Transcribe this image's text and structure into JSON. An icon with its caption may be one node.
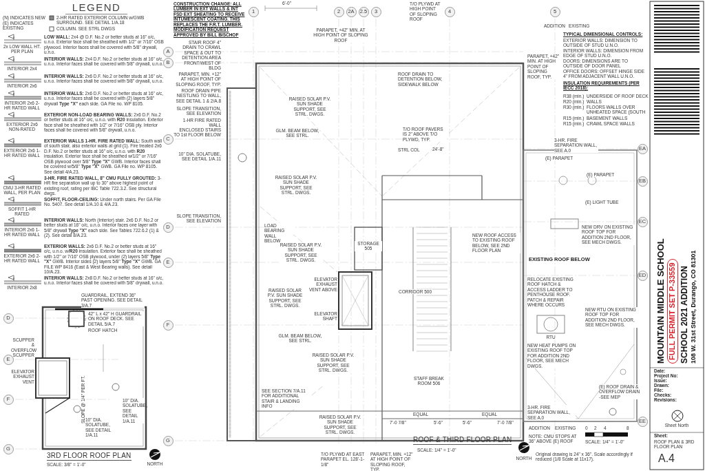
{
  "diagram": {
    "nodes": [
      {
        "text": [
          "1"
        ]
      },
      {
        "text": [
          "2"
        ]
      },
      {
        "text": [
          "2A"
        ]
      },
      {
        "text": [
          "2.5"
        ]
      },
      {
        "text": [
          "3"
        ]
      },
      {
        "text": [
          "4"
        ]
      },
      {
        "text": [
          "5"
        ]
      },
      {
        "text": [
          "A"
        ]
      },
      {
        "text": [
          "B"
        ]
      },
      {
        "text": [
          "C"
        ]
      },
      {
        "text": [
          "D"
        ]
      },
      {
        "text": [
          "E"
        ]
      },
      {
        "text": [
          "F"
        ]
      },
      {
        "text": [
          "G"
        ]
      },
      {
        "text": [
          "D"
        ]
      },
      {
        "text": [
          "E"
        ]
      },
      {
        "text": [
          "F"
        ]
      },
      {
        "text": [
          "G"
        ]
      },
      {
        "text": [
          "EA"
        ]
      },
      {
        "text": [
          "EB"
        ]
      },
      {
        "text": [
          "EC"
        ]
      },
      {
        "text": [
          "ED"
        ]
      },
      {
        "text": [
          "EE"
        ]
      }
    ],
    "labels": [
      "LEGEND",
      "(N) INDICATES NEW",
      "(E) INDICATES EXISTING",
      "CONSTRUCTION CHANGE: ALL LUMBER IN EXT WALLS & INT FSD EXT SHEATING TO RECEIVE INTUMESCENT COATING. THIS REPLACES THE F.R.T. LUMBER. MODIFICATION REQUEST APPROVED BY BILL BISCHOF",
      "2x LOW WALL HT. PER PLAN",
      "INTERIOR 2x4",
      "INTERIOR 2x6",
      "INTERIOR 2x6 2-HR RATED WALL",
      "EXTERIOR 2x6 NON-RATED",
      "EXTERIOR 2x6 1-HR RATED WALL",
      "CMU 3-HR RATED WALL, PER PLAN",
      "SOFFIT 1-HR RATED",
      "INTERIOR 2x6 1-HR RATED WALL",
      "EXTERIOR 2x6 2-HR RATED WALL",
      "INTERIOR 2x8",
      "GUARDRAIL, EXTEND 36\" PAST OPENING. SEE DETAIL 3/A.7",
      "42\" L x 42\" H GUARDRAIL ON ROOF DECK. SEE DETAIL 5/A.7",
      "ROOF HATCH",
      "SCUPPER & OVERFLOW SCUPPER",
      "ELEVATOR EXHAUST VENT",
      "SLOPE @ 1/4\" PER FT.",
      "3RD FLOOR ROOF PLAN",
      "SCALE: 3/8\" = 1'-0\"",
      "NORTH",
      "STAIR ROOF 4\" DRAIN TO CRAWL SPACE & OUT TO DETENTION AREA FRONT/WEST OF BLDG",
      "PARAPET, MIN. +12\" AT HIGH POINT OF SLOPING ROOF, TYP.",
      "ROOF DRAIN PIPE NESTLING TO WALL, SEE DETAIL 1 & 2/A.8",
      "SLOPE TRANSITION, SEE ELEVATION",
      "1-HR FIRE RATED WALL",
      "ENCLOSED STAIRS TO 1st FLOOR BELOW",
      "SLOPE TRANSITION, SEE ELEVATION",
      "LOAD BEARING WALL BELOW",
      "GLM. BEAM BELOW, SEE STRL.",
      "GLM. BEAM BELOW, SEE STRL.",
      "RAISED SOLAR P.V. SUN SHADE SUPPORT, SEE STRL. DWGS.",
      "RAISED SOLAR P.V. SUN SHADE SUPPORT, SEE STRL. DWGS.",
      "RAISED SOLAR P.V. SUN SHADE SUPPORT, SEE STRL. DWGS.",
      "RAISED SOLAR P.V. SUN SHADE SUPPORT, SEE STRL. DWGS.",
      "RAISED SOLAR P.V. SUN SHADE SUPPORT, SEE STRL. DWGS.",
      "RAISED SOLAR P.V. SUN SHADE SUPPORT, SEE STRL. DWGS.",
      "PARAPET, +42\" MIN. AT HIGH POINT OF SLOPING ROOF",
      "T/O PLYWD AT HIGH POINT OF SLOPING ROOF",
      "ROOF DRAIN TO DETENTION BELOW, SIDEWALK BELOW",
      "PARAPET, +42\" MIN. AT HIGH POINT OF SLOPING ROOF, TYP.",
      "T/O ROOF PAVERS IS 2\" ABOVE T/O PLYWD, TYP.",
      "3-HR. FIRE SEPARATION WALL, SEE A.0",
      "STRL COL",
      "24'-8\"",
      "ELEVATOR EXHAUST VENT ABOVE",
      "ELEVATOR SHAFT",
      "STORAGE 505",
      "CORRIDOR 500",
      "STAFF BREAK ROOM 506",
      "SEE SECTION 7/A.11 FOR ADDITIONAL STAIR & LANDING INFO",
      "T/O PLYWD AT EAST PARAPET EL. 128'-1-1/8\"",
      "PARAPET, MIN. +12\" AT HIGH POINT OF SLOPING ROOF, TYP.",
      "ROOF & THIRD FLOOR PLAN",
      "SCALE: 1/4\" = 1'-0\"",
      "NORTH",
      "ADDITION",
      "EXISTING",
      "NOTE: CMU STOPS AT 36\" ABOVE (E) ROOF",
      "0",
      "2",
      "4",
      "8",
      "SCALE: 1/4\" = 1'-0\"",
      "Original drawing is 24\" x 36\". Scale accordingly if reduced (1/8 Scale at 11x17).",
      "3-HR. FIRE SEPARATION WALL, SEE A.0",
      "EXISTING ROOF BELOW",
      "NEW ROOF ACCESS TO EXISTING ROOF BELOW, SEE 2ND FLOOR PLAN",
      "NEW DRV ON EXISTING ROOF TOP FOR ADDITION 2ND FLOOR, SEE MECH DWGS.",
      "RELOCATE EXISTING ROOF HATCH & ACCESS LADDER TO PENTHOUSE ROOF. PATCH & REPAIR WHERE OCCURS",
      "NEW RTU ON EXISTING ROOF TOP FOR ADDITION 2ND FLOOR, SEE MECH DWGS.",
      "NEW HEAT PUMPS ON EXISTING ROOF TOP FOR ADDITION 2ND FLOOR, SEE MECH DWGS.",
      "(E) PARAPET",
      "(E) PARAPET",
      "(E) LIGHT TUBE",
      "RTU",
      "6'-0\"",
      "ADDITION",
      "EXISTING",
      "EQUAL",
      "EQUAL",
      "7'-0 7/8\"",
      "5'-6\"",
      "5'-6\"",
      "7'-0 7/8\"",
      "MOUNTAIN MIDDLE SCHOOL",
      "FULL PERMIT SET P-33559",
      "SCHOOL 2021 ADDITION",
      "108 W. 31st Street, Durango, CO 81301",
      "Date:",
      "Project No:",
      "Issue:",
      "Drawn:",
      "File:",
      "Checks:",
      "Revisions:",
      "Sheet North",
      "Sheet:",
      "ROOF PLAN & 3RD FLOOR PLAN",
      "A.4",
      "TYPICAL DIMENSIONAL CONTROLS:",
      "EXTERIOR WALLS: DIMENSION TO OUTSIDE OF STUD U.N.O.",
      "INTERIOR WALLS: DIMENSION FROM EDGE OF STUD U.N.O.",
      "DOORS: DIMENSIONS ARE TO OUTSIDE OF DOOR PANEL",
      "OFFICE DOORS: OFFSET HINGE SIDE 4\" FROM ADJACENT WALL U.N.O.",
      "INSULATION REQUIREMENTS (PER IECC 2018):",
      "R38 (min.)",
      "UNDERSIDE OF ROOF DECK",
      "R20 (min.)",
      "WALLS",
      "R30 (min.)",
      "FLOORS WALLS OVER UNHEATED SPACE (SOUTH STAIR)",
      "R15 (min.)",
      "BASEMENT WALLS",
      "R15 (min.)",
      "CRAWL SPACE WALLS",
      "10\" DIA. SOLATUBE, SEE DETAIL 1/A.11",
      "10\" DIA. SOLATUBE, SEE DETAIL 1/A.11",
      "10\" DIA. SOLATUBE, SEE DETAIL 1/A.11",
      "(E) ROOF DRAIN & OVERFLOW DRAIN -SEE MEP"
    ],
    "legend": [
      {
        "text": "2-HR RATED EXTERIOR COLUMN w/GWB SURROUND. SEE DETAIL 1/A.18"
      },
      {
        "text": "COLUMN. SEE STRL DWGS"
      },
      {
        "text": "**LOW WALL:** 2x4 @ D.F. No.2 or better studs at 16\" o/c, u.n.o. Exterior face shall be sheathed with 1/2\" or 7/16\" OSB plywood. Interior faces shall be covered with 5/8\" drywall, u.n.o."
      },
      {
        "text": "**INTERIOR WALLS:** 2x4 D.F. No.2 or better studs at 16\" o/c, u.n.o. Interior faces shall be covered with 5/8\" drywall, u.n.o."
      },
      {
        "text": "**INTERIOR WALLS:** 2x6 D.F. No.2 or better studs at 16\" o/c, u.n.o. Interior faces shall be covered with 5/8\" drywall, u.n.o."
      },
      {
        "text": "**INTERIOR WALLS:** 2x6 D.F. No.2 or better studs at 16\" o/c, u.n.o. Interior faces shall be covered with (2) layers 5/8\" drywall **Type \"X\"** each side. GA File no. WP 8105."
      },
      {
        "text": "**EXTERIOR NON-LOAD BEARING WALLS:** 2x6 D.F. No.2 or better studs at 16\" o/c, u.n.o. with **R20** insulation. Exterior face shall be sheathed with 1/2\" or 7/16\" OSB ply. Interior faces shall be covered with 5/8\" drywall, u.n.o."
      },
      {
        "text": "**EXTERIOR WALLS 1-HR. FIRE RATED WALL:** South wall of south stair, also exterior walls at grid (1). Fire treated 2x6 D.F. No.2 or better studs at 16\" o/c, u.n.o. with **R20** insulation. Exterior face shall be sheathed w/1/2\" or 7/16\" OSB plywood over 5/8\" **Type \"X\"** GWB. Interior faces shall be covered w/5/8\" **Type \"X\"** GWB. GA File no. WP 8105. See detail 4/A.23."
      },
      {
        "text": "**3-HR. FIRE RATED WALL, 8\" CMU FULLY GROUTED:** 3-HR fire separation wall up to 30\" above highest point of existing roof, rating per IBC Table 722.3.2. See structural dwgs."
      },
      {
        "text": "**SOFFIT, FLOOR-CEILING:** Under north stairs. Per GA File No. 5407. See detail 1/A.10 & 4/A.23."
      },
      {
        "text": "**INTERIOR WALLS:** North (Interior) stair. 2x6 D.F. No.2 or better studs at 16\" o/c, u.n.o. Interior faces one layer with 5/8\" drywall **Type \"X\"** each side. See Tables 722.6.2 (1) & (2). See detail 8/A.23."
      },
      {
        "text": "**EXTERIOR WALLS:** 2x6 D.F. No.2 or better studs at 16\" o/c, u.n.o. w/**R20** insulation. Exterior face shall be sheathed with 1/2\" or 7/16\" OSB plywood, under (2) layers 5/8\" **Type \"X\"** GWB. Interior sides (2) layers 5/8\" **Type \"X\"** GWB. GA FILE WP 8416 (East & West Bearing walls). See detail 10/A.23."
      },
      {
        "text": "**INTERIOR WALLS:** 2x8 D.F. No.2 or better studs at 16\" o/c, u.n.o. Interior faces shall be covered with 5/8\" drywall, u.n.o."
      }
    ]
  }
}
